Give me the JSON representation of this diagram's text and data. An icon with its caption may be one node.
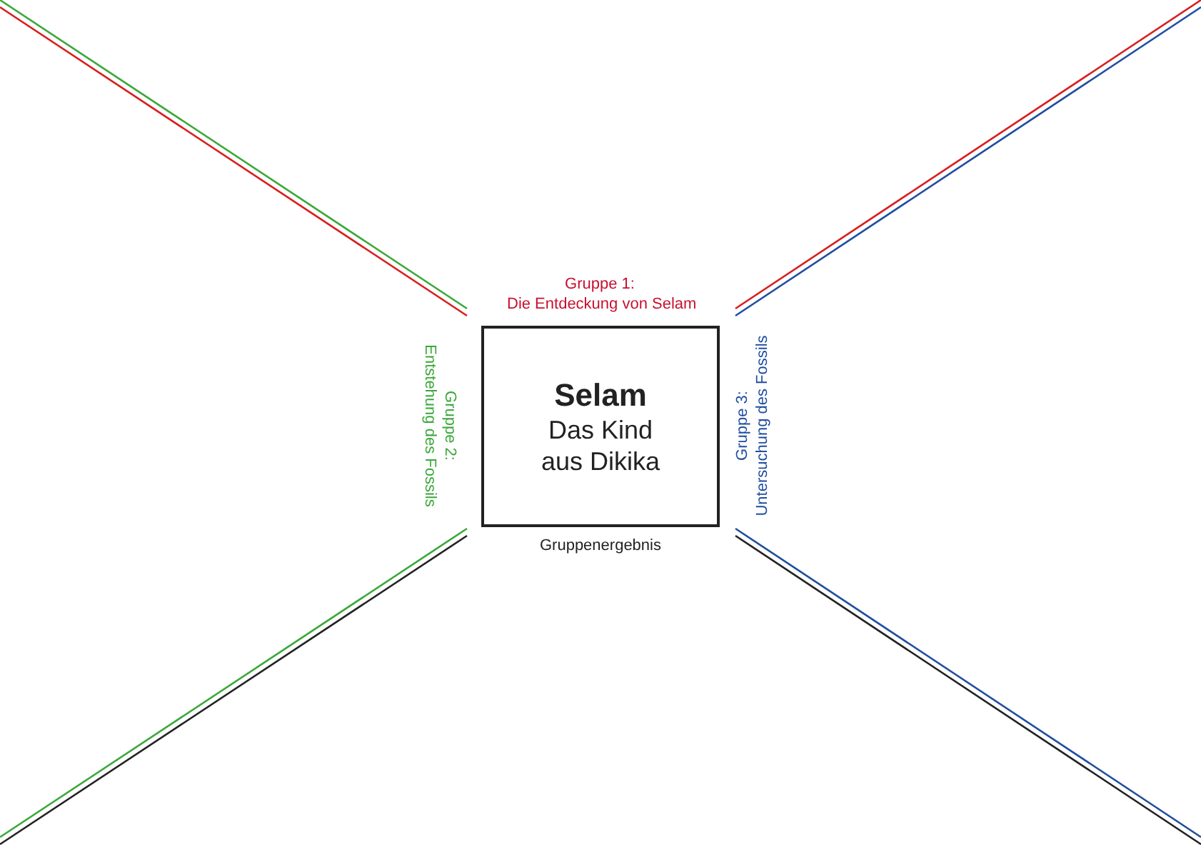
{
  "diagram": {
    "nodes": [
      {
        "text": [
          "Selam",
          "Das Kind aus Dikika"
        ],
        "beside": [
          "Gruppenergebnis"
        ]
      }
    ],
    "edges": [],
    "labels": [
      "Gruppe 1: Die Entdeckung von Selam",
      "Gruppe 2: Entstehung des Fossils",
      "Gruppe 3: Untersuchung des Fossils"
    ]
  }
}
